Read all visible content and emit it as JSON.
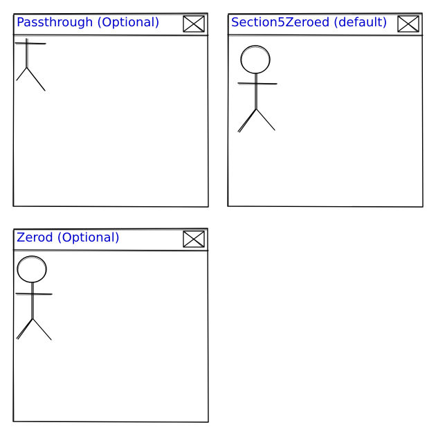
{
  "colors": {
    "title": "#0000cc",
    "stroke": "#000000"
  },
  "panels": [
    {
      "title": "Passthrough (Optional)",
      "close_icon": "close-box-icon",
      "figure": "stick-figure-icon"
    },
    {
      "title": "Section5Zeroed (default)",
      "close_icon": "close-box-icon",
      "figure": "stick-figure-icon"
    },
    {
      "title": "Zerod (Optional)",
      "close_icon": "close-box-icon",
      "figure": "stick-figure-icon"
    }
  ]
}
